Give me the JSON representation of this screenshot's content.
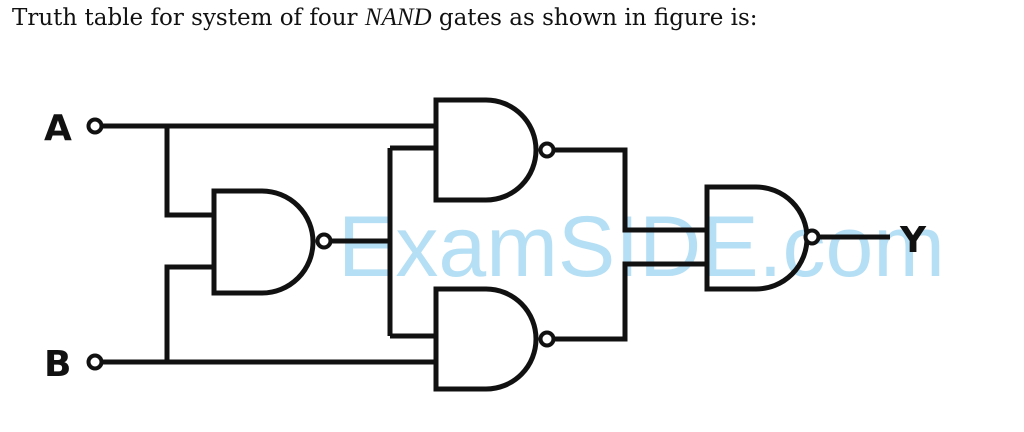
{
  "question": {
    "prefix": "Truth table for system of four ",
    "math": "NAND",
    "suffix": " gates as shown in figure is:"
  },
  "diagram": {
    "inputs": [
      "A",
      "B"
    ],
    "output": "Y",
    "watermark": "ExamSIDE.com"
  },
  "colors": {
    "wire": "#111111",
    "watermark": "#a9daf3"
  }
}
